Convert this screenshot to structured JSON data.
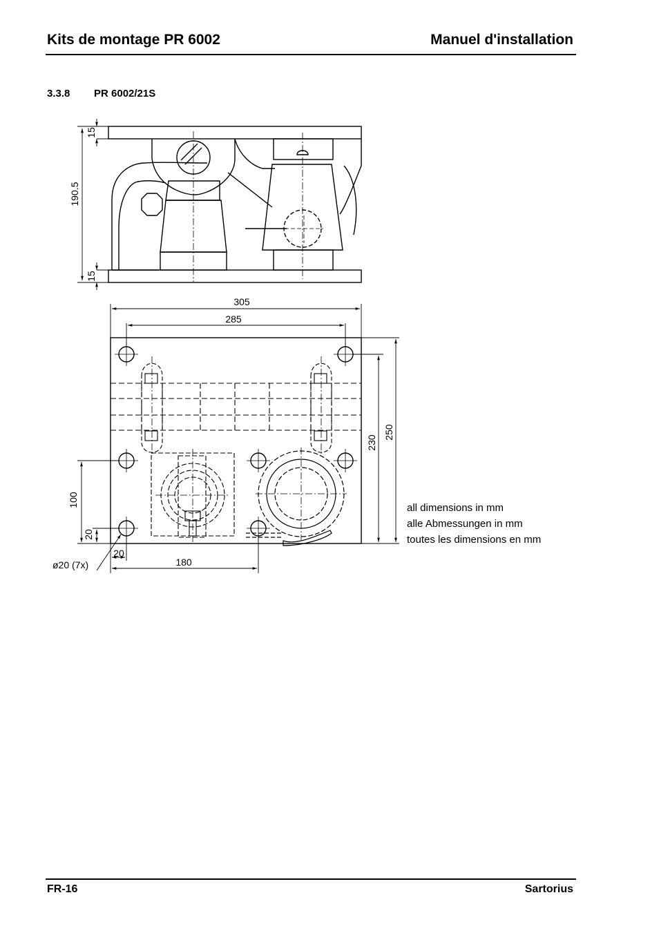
{
  "header": {
    "left_title": "Kits de montage PR 6002",
    "right_title": "Manuel d'installation"
  },
  "section": {
    "number": "3.3.8",
    "title": "PR 6002/21S"
  },
  "side_view": {
    "dim_top_plate": "15",
    "dim_height": "190.5",
    "dim_bottom_plate": "15"
  },
  "top_view": {
    "dim_width_total": "305",
    "dim_hole_spacing_x": "285",
    "dim_depth_total": "250",
    "dim_hole_spacing_y": "230",
    "dim_100": "100",
    "dim_edge_20_v": "20",
    "dim_edge_20_h": "20",
    "dim_180": "180",
    "hole_label": "ø20 (7x)"
  },
  "notes": [
    "all dimensions in mm",
    "alle Abmessungen in mm",
    "toutes les dimensions en mm"
  ],
  "footer": {
    "page": "FR-16",
    "brand": "Sartorius"
  }
}
